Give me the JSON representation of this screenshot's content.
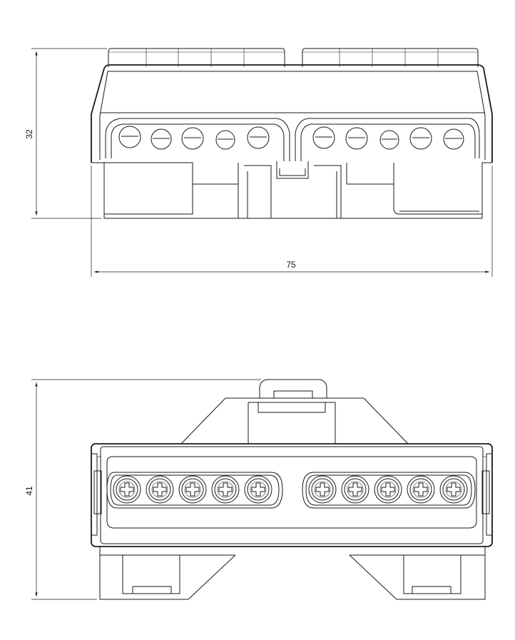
{
  "dimensions": {
    "height_side_view": "32",
    "width": "75",
    "depth_top_view": "41"
  },
  "drawing_color": "#1a1a1a",
  "background_color": "#ffffff"
}
